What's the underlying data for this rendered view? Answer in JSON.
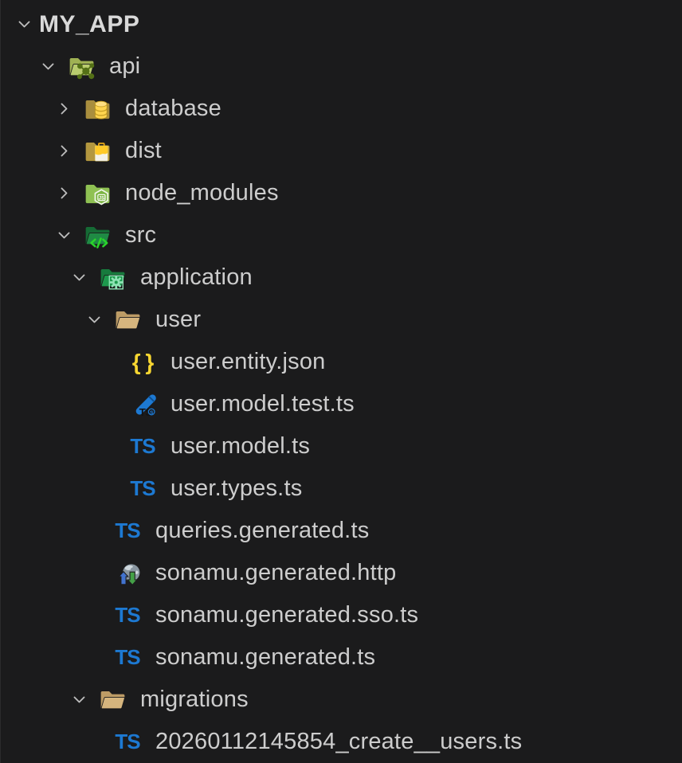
{
  "app": {
    "kind": "code-editor-file-explorer",
    "background": "#1b1b1c",
    "text_color": "#cdcdcd",
    "root_text_color": "#d9d9d9",
    "chevron_color": "#bdbdbd"
  },
  "colors": {
    "typescript_blue": "#1d79d2",
    "json_yellow": "#f7d631",
    "folder_tan": "#d6b57e",
    "folder_tan_dark": "#bd9c66",
    "folder_database": "#a98e3e",
    "database_yellow": "#ffd54f",
    "folder_dist": "#b3973f",
    "dist_box_white": "#f4f2ea",
    "dist_box_yellow": "#ffca28",
    "folder_node_green": "#8fc153",
    "folder_src_green": "#1f8a44",
    "src_code_green": "#2bd42b",
    "folder_app_green": "#1d9a4d",
    "app_gear_mint": "#8fe3b5",
    "folder_api_green": "#b9cc6e",
    "api_glyph_olive": "#547016",
    "http_arrow_up_blue": "#4273cf",
    "http_arrow_down_green": "#44a147",
    "http_globe_gray": "#8a97a1"
  },
  "explorer": {
    "items": [
      {
        "label": "MY_APP",
        "level": 0,
        "twisty": "down",
        "icon": "none",
        "root": true
      },
      {
        "label": "api",
        "level": 1,
        "twisty": "down",
        "icon": "folder-api-open"
      },
      {
        "label": "database",
        "level": 2,
        "twisty": "right",
        "icon": "folder-database"
      },
      {
        "label": "dist",
        "level": 2,
        "twisty": "right",
        "icon": "folder-dist"
      },
      {
        "label": "node_modules",
        "level": 2,
        "twisty": "right",
        "icon": "folder-node"
      },
      {
        "label": "src",
        "level": 2,
        "twisty": "down",
        "icon": "folder-src-open"
      },
      {
        "label": "application",
        "level": 3,
        "twisty": "down",
        "icon": "folder-app-open"
      },
      {
        "label": "user",
        "level": 4,
        "twisty": "down",
        "icon": "folder-open"
      },
      {
        "label": "user.entity.json",
        "level": 5,
        "twisty": "none",
        "icon": "json"
      },
      {
        "label": "user.model.test.ts",
        "level": 5,
        "twisty": "none",
        "icon": "test-ts"
      },
      {
        "label": "user.model.ts",
        "level": 5,
        "twisty": "none",
        "icon": "typescript"
      },
      {
        "label": "user.types.ts",
        "level": 5,
        "twisty": "none",
        "icon": "typescript"
      },
      {
        "label": "queries.generated.ts",
        "level": 4,
        "twisty": "none",
        "icon": "typescript"
      },
      {
        "label": "sonamu.generated.http",
        "level": 4,
        "twisty": "none",
        "icon": "http"
      },
      {
        "label": "sonamu.generated.sso.ts",
        "level": 4,
        "twisty": "none",
        "icon": "typescript"
      },
      {
        "label": "sonamu.generated.ts",
        "level": 4,
        "twisty": "none",
        "icon": "typescript"
      },
      {
        "label": "migrations",
        "level": 3,
        "twisty": "down",
        "icon": "folder-open"
      },
      {
        "label": "20260112145854_create__users.ts",
        "level": 4,
        "twisty": "none",
        "icon": "typescript"
      }
    ],
    "icon_glyphs": {
      "typescript": "TS",
      "json": "{ }"
    }
  }
}
